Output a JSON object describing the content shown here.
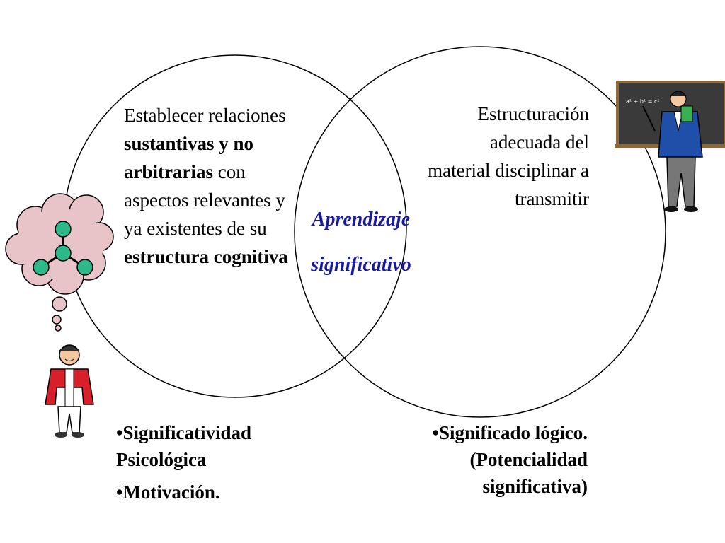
{
  "center_label": {
    "line1": "Aprendizaje",
    "line2": "significativo"
  },
  "left_description": {
    "t1": "Establecer relaciones ",
    "t2": "sustantivas y no arbitrarias",
    "t3": " con aspectos relevantes y ya existentes de su ",
    "t4": "estructura cognitiva"
  },
  "right_description": "Estructuración adecuada del material disciplinar a transmitir",
  "bottom_left": {
    "item1": "•Significatividad Psicológica",
    "item2": "•Motivación."
  },
  "bottom_right": {
    "item1": "•Significado lógico. (Potencialidad significativa)"
  },
  "blackboard_formula": "a² + b² = c²",
  "icons": {
    "thought": "thought-bubble-molecule-icon",
    "student": "student-figure-icon",
    "teacher": "teacher-at-blackboard-icon"
  },
  "colors": {
    "center_label": "#1a1aa0",
    "molecule": "#2db88a",
    "thought_cloud": "#e8c4c8"
  }
}
